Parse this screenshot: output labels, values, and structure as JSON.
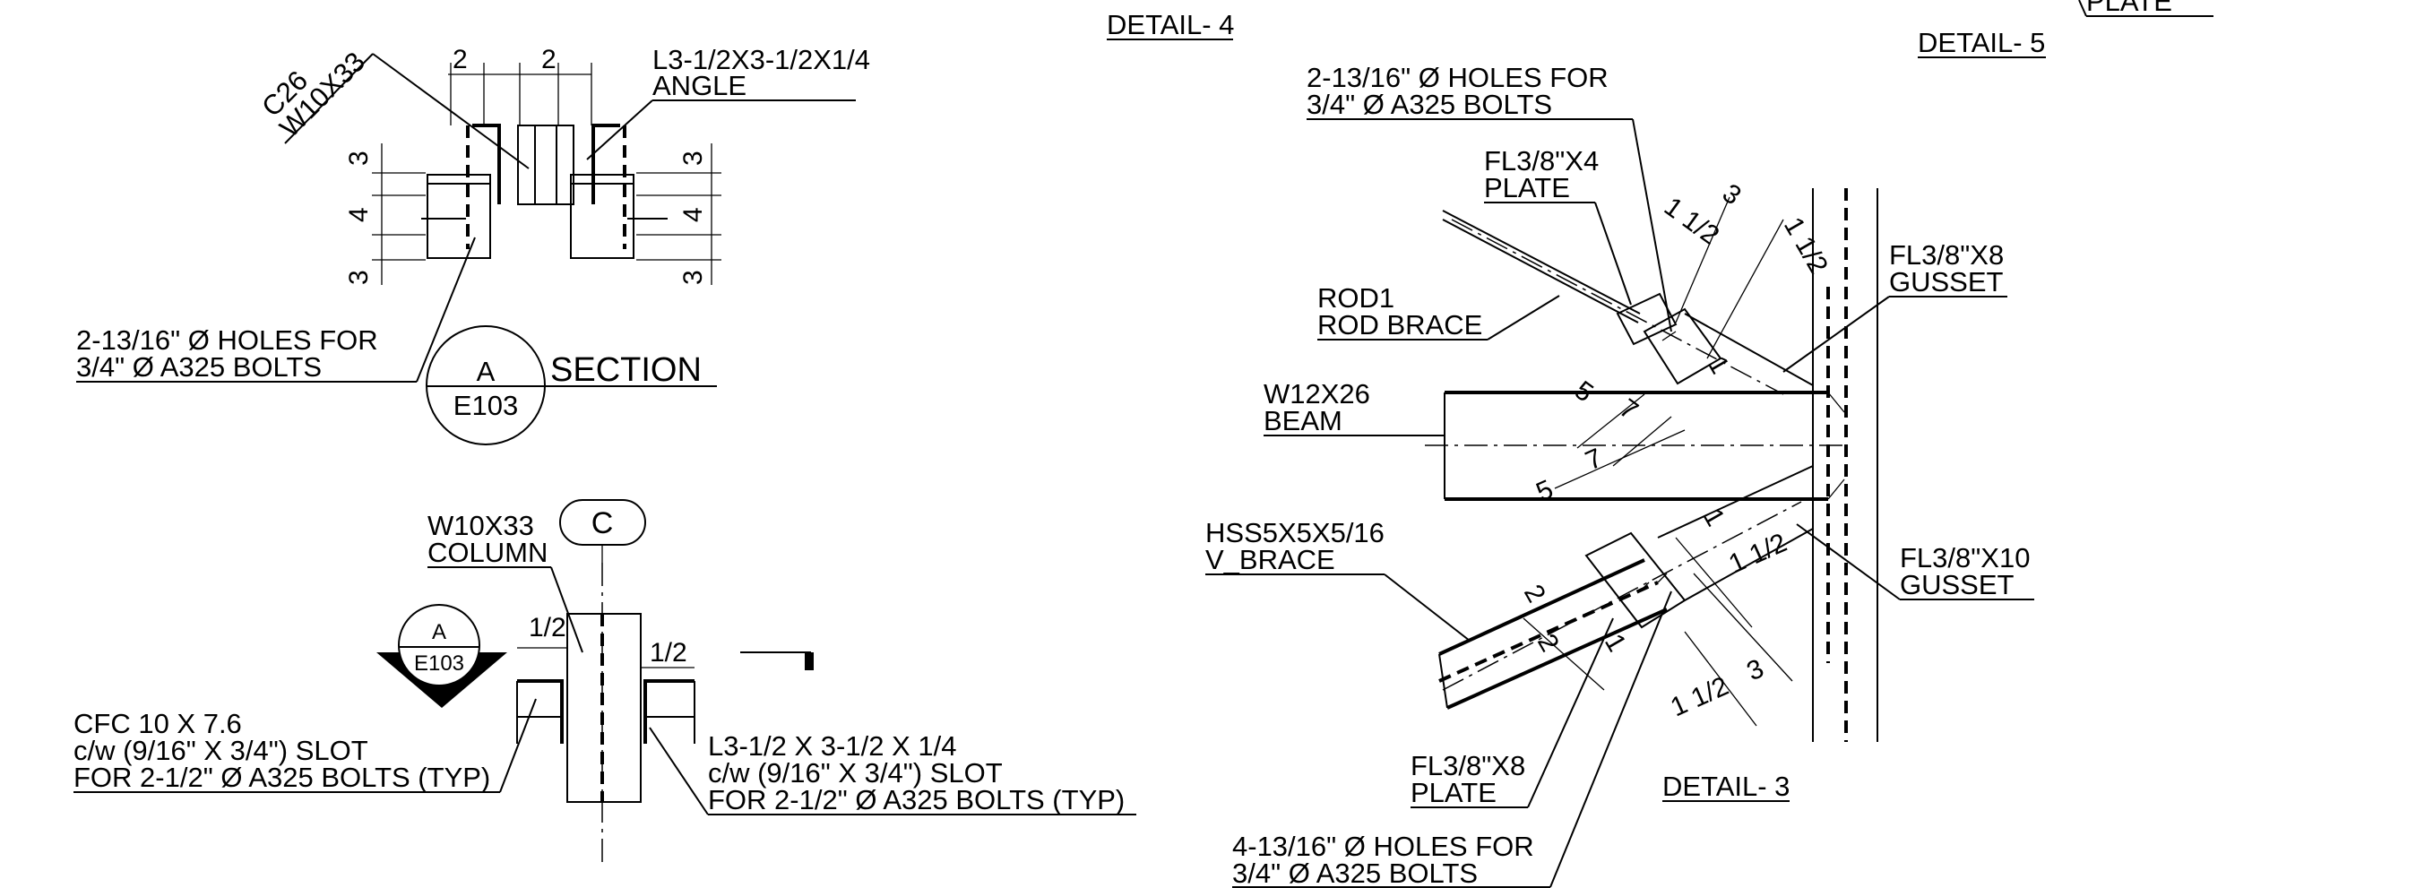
{
  "detail_titles": {
    "detail4": "DETAIL- 4",
    "detail5": "DETAIL- 5",
    "detail3": "DETAIL- 3",
    "plate_top": "PLATE"
  },
  "section_a": {
    "member_c26": "C26",
    "member_w10x33": "W10X33",
    "angle_line1": "L3-1/2X3-1/2X1/4",
    "angle_line2": "ANGLE",
    "holes_line1": "2-13/16\" Ø HOLES FOR",
    "holes_line2": "3/4\" Ø A325 BOLTS",
    "bubble_letter": "A",
    "bubble_sheet": "E103",
    "section_word": "SECTION",
    "dims": {
      "top_left": "2",
      "top_right": "2",
      "left": [
        "3",
        "4",
        "3"
      ],
      "right": [
        "3",
        "4",
        "3"
      ]
    }
  },
  "detail4": {
    "column_line1": "W10X33",
    "column_line2": "COLUMN",
    "grid_bubble": "C",
    "cut_letter": "A",
    "cut_sheet": "E103",
    "dim_left": "1/2",
    "dim_right": "1/2",
    "cfc_line1": "CFC 10 X 7.6",
    "cfc_line2": "c/w (9/16\" X 3/4\") SLOT",
    "cfc_line3": "FOR 2-1/2\" Ø A325 BOLTS (TYP)",
    "angle_line1": "L3-1/2 X 3-1/2 X 1/4",
    "angle_line2": "c/w (9/16\" X 3/4\") SLOT",
    "angle_line3": "FOR 2-1/2\" Ø A325 BOLTS (TYP)"
  },
  "detail3": {
    "holes_top_line1": "2-13/16\" Ø HOLES FOR",
    "holes_top_line2": "3/4\" Ø A325 BOLTS",
    "plate4_line1": "FL3/8\"X4",
    "plate4_line2": "PLATE",
    "rod_line1": "ROD1",
    "rod_line2": "ROD BRACE",
    "beam_line1": "W12X26",
    "beam_line2": "BEAM",
    "hss_line1": "HSS5X5X5/16",
    "hss_line2": "V_BRACE",
    "gusset8_line1": "FL3/8\"X8",
    "gusset8_line2": "GUSSET",
    "gusset10_line1": "FL3/8\"X10",
    "gusset10_line2": "GUSSET",
    "plate8_line1": "FL3/8\"X8",
    "plate8_line2": "PLATE",
    "holes_bot_line1": "4-13/16\" Ø HOLES FOR",
    "holes_bot_line2": "3/4\" Ø A325 BOLTS",
    "dims": {
      "d3_top": "3",
      "d112_a": "1 1/2",
      "d112_b": "1 1/2",
      "d1_top": "1",
      "d5_a": "5",
      "d7_a": "7",
      "d7_b": "7",
      "d5_b": "5",
      "d1_mid": "1",
      "d112_c": "1 1/2",
      "d3_bot": "3",
      "d112_d": "1 1/2",
      "d2_a": "2",
      "d2_b": "2",
      "d1_bot": "1"
    }
  }
}
